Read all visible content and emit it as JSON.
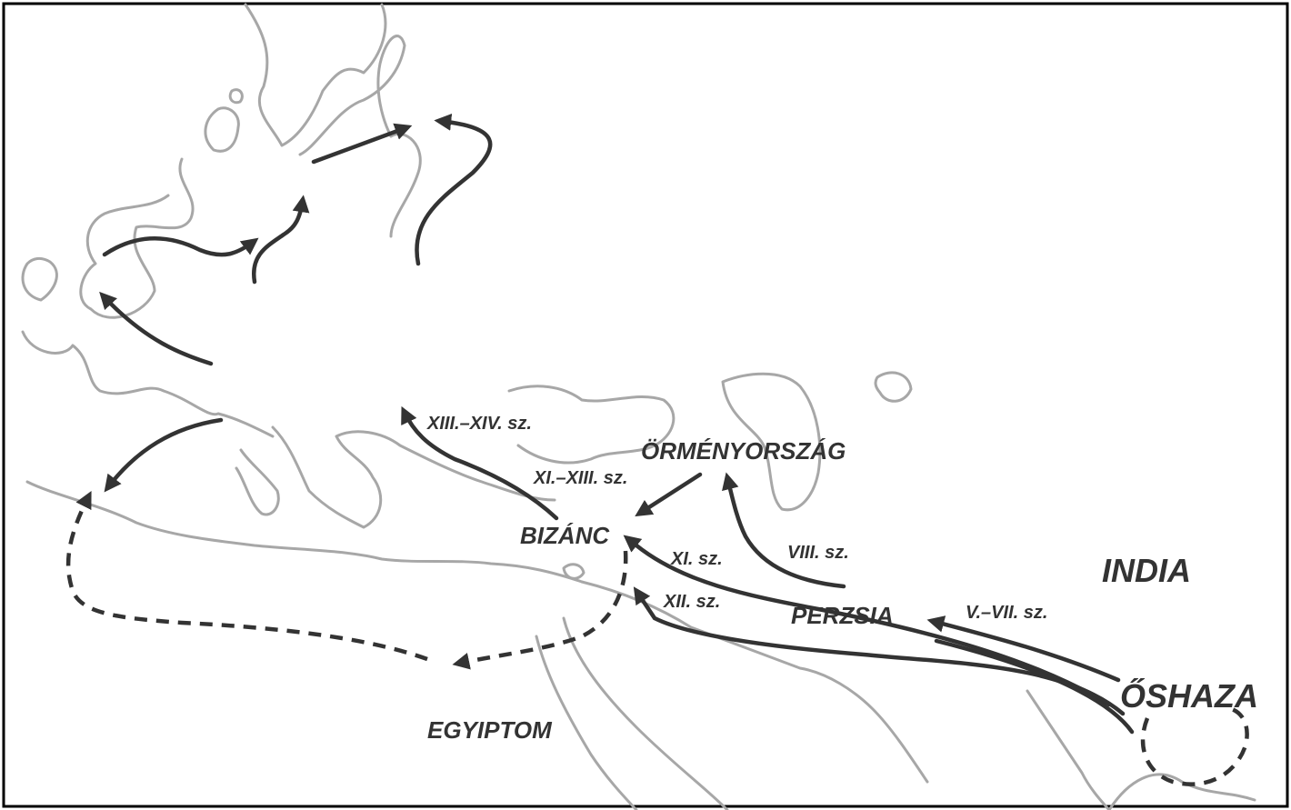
{
  "places": {
    "bizanc": "BIZÁNC",
    "ormenyorszag": "ÖRMÉNYORSZÁG",
    "perzsia": "PERZSIA",
    "india": "INDIA",
    "oshaza": "ŐSHAZA",
    "egyiptom": "EGYIPTOM"
  },
  "periods": {
    "xiii_xiv": "XIII.–XIV. sz.",
    "xi_xiii": "XI.–XIII. sz.",
    "xi": "XI. sz.",
    "xii": "XII. sz.",
    "viii": "VIII. sz.",
    "v_vii": "V.–VII. sz."
  },
  "colors": {
    "route": "#333333",
    "coastline": "#a7a7a7",
    "frame": "#000000"
  }
}
